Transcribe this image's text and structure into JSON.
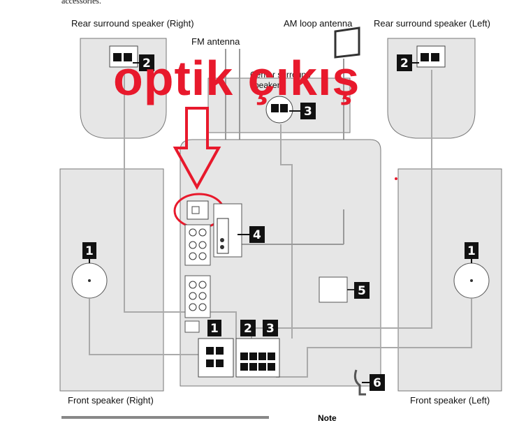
{
  "header_note": "accessories.",
  "labels": {
    "rear_right": "Rear surround speaker (Right)",
    "rear_left": "Rear surround speaker (Left)",
    "am_antenna": "AM loop antenna",
    "fm_antenna": "FM antenna",
    "center_speaker": "Center surround speaker",
    "front_right": "Front speaker (Right)",
    "front_left": "Front speaker (Left)",
    "note": "Note"
  },
  "overlay_text": "optik çıkış",
  "callouts": [
    "1",
    "2",
    "3",
    "4",
    "5",
    "6"
  ],
  "colors": {
    "overlay": "#e8192c",
    "panel": "#e6e6e6",
    "callout_bg": "#111111"
  }
}
